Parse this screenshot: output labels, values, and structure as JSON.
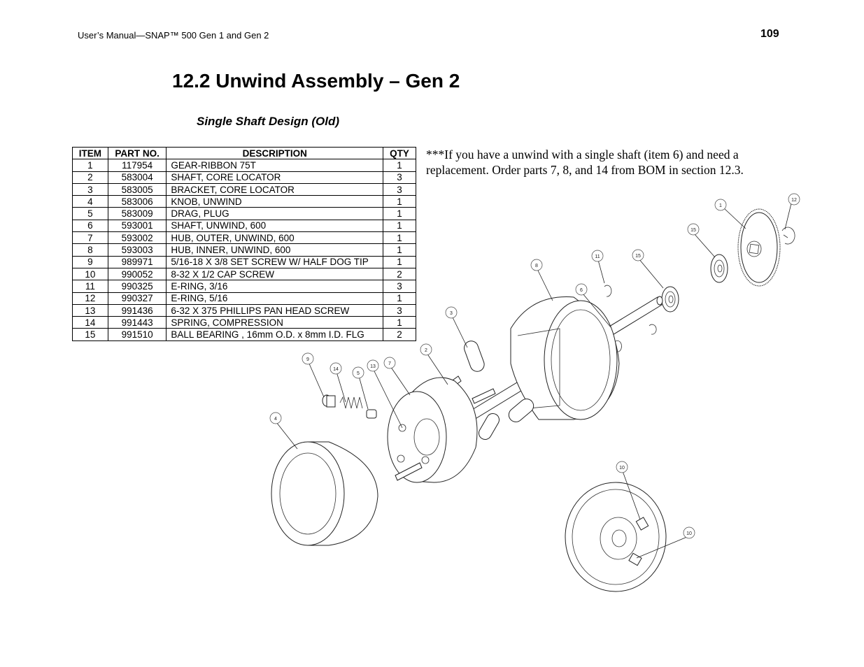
{
  "header": {
    "manual_title": "User’s Manual—SNAP™ 500 Gen 1 and Gen 2",
    "page_number": "109"
  },
  "section": {
    "title": "12.2 Unwind Assembly – Gen 2",
    "subtitle": "Single Shaft Design (Old)"
  },
  "table": {
    "headers": [
      "ITEM",
      "PART NO.",
      "DESCRIPTION",
      "QTY"
    ],
    "rows": [
      {
        "item": "1",
        "part": "117954",
        "desc": "GEAR-RIBBON 75T",
        "qty": "1"
      },
      {
        "item": "2",
        "part": "583004",
        "desc": "SHAFT, CORE LOCATOR",
        "qty": "3"
      },
      {
        "item": "3",
        "part": "583005",
        "desc": "BRACKET, CORE LOCATOR",
        "qty": "3"
      },
      {
        "item": "4",
        "part": "583006",
        "desc": "KNOB, UNWIND",
        "qty": "1"
      },
      {
        "item": "5",
        "part": "583009",
        "desc": "DRAG, PLUG",
        "qty": "1"
      },
      {
        "item": "6",
        "part": "593001",
        "desc": "SHAFT, UNWIND, 600",
        "qty": "1"
      },
      {
        "item": "7",
        "part": "593002",
        "desc": "HUB, OUTER, UNWIND, 600",
        "qty": "1"
      },
      {
        "item": "8",
        "part": "593003",
        "desc": "HUB, INNER, UNWIND, 600",
        "qty": "1"
      },
      {
        "item": "9",
        "part": "989971",
        "desc": "5/16-18 X 3/8 SET SCREW W/ HALF DOG TIP",
        "qty": "1"
      },
      {
        "item": "10",
        "part": "990052",
        "desc": "8-32 X 1/2 CAP SCREW",
        "qty": "2"
      },
      {
        "item": "11",
        "part": "990325",
        "desc": "E-RING, 3/16",
        "qty": "3"
      },
      {
        "item": "12",
        "part": "990327",
        "desc": "E-RING, 5/16",
        "qty": "1"
      },
      {
        "item": "13",
        "part": "991436",
        "desc": "6-32 X 375 PHILLIPS PAN HEAD SCREW",
        "qty": "3"
      },
      {
        "item": "14",
        "part": "991443",
        "desc": "SPRING, COMPRESSION",
        "qty": "1"
      },
      {
        "item": "15",
        "part": "991510",
        "desc": "BALL  BEARING , 16mm O.D. x 8mm I.D. FLG",
        "qty": "2"
      }
    ]
  },
  "note": "***If you have a unwind with a single shaft (item 6) and need a replacement. Order parts 7, 8, and 14 from BOM in section 12.3.",
  "callouts": {
    "c1": "1",
    "c12": "12",
    "c15a": "15",
    "c15b": "15",
    "c11": "11",
    "c8": "8",
    "c6": "6",
    "c3": "3",
    "c2": "2",
    "c9": "9",
    "c14": "14",
    "c5": "5",
    "c13": "13",
    "c7": "7",
    "c4": "4",
    "c10a": "10",
    "c10b": "10"
  }
}
